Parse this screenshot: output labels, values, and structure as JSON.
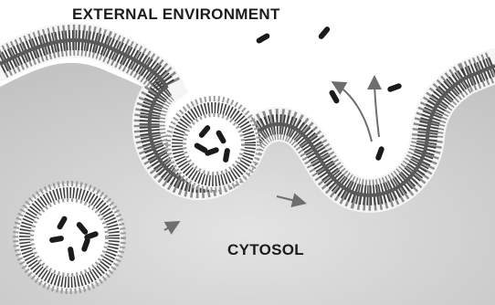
{
  "labels": {
    "external": "EXTERNAL ENVIRONMENT",
    "cytosol": "CYTOSOL"
  },
  "colors": {
    "cytosol_fill": "#d7d7d7",
    "exterior_fill": "#ffffff",
    "phosphate_head": "#f5f5f5",
    "lipid_tail": "#3a3a3a",
    "molecule": "#1b1b1b",
    "arrow": "#6e6e6e"
  },
  "figure": {
    "subject": "endocytosis / exocytosis membrane diagram",
    "stages": [
      "free vesicle in cytosol",
      "vesicle budding from membrane",
      "membrane invagination releasing molecules"
    ]
  }
}
